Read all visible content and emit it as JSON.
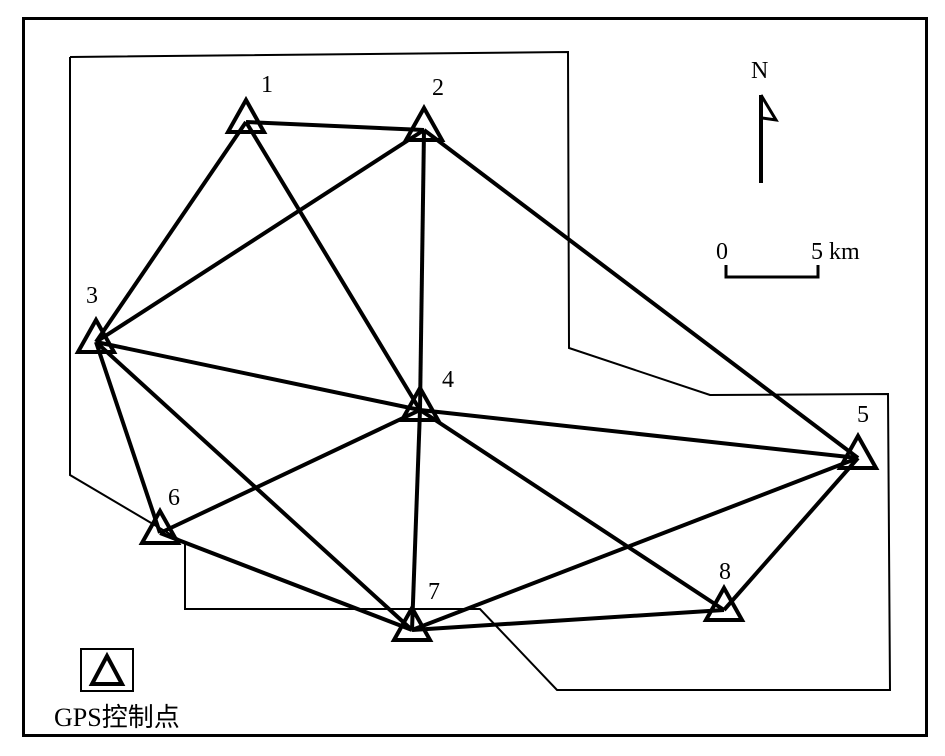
{
  "map": {
    "north_label": "N",
    "scale": {
      "start_label": "0",
      "end_label": "5 km"
    },
    "legend": {
      "label": "GPS控制点"
    },
    "points": [
      {
        "id": "1",
        "label": "1"
      },
      {
        "id": "2",
        "label": "2"
      },
      {
        "id": "3",
        "label": "3"
      },
      {
        "id": "4",
        "label": "4"
      },
      {
        "id": "5",
        "label": "5"
      },
      {
        "id": "6",
        "label": "6"
      },
      {
        "id": "7",
        "label": "7"
      },
      {
        "id": "8",
        "label": "8"
      }
    ],
    "connections": [
      [
        "1",
        "2"
      ],
      [
        "1",
        "3"
      ],
      [
        "1",
        "4"
      ],
      [
        "2",
        "3"
      ],
      [
        "2",
        "4"
      ],
      [
        "2",
        "5"
      ],
      [
        "3",
        "4"
      ],
      [
        "3",
        "6"
      ],
      [
        "3",
        "7"
      ],
      [
        "4",
        "5"
      ],
      [
        "4",
        "6"
      ],
      [
        "4",
        "7"
      ],
      [
        "4",
        "8"
      ],
      [
        "5",
        "7"
      ],
      [
        "5",
        "8"
      ],
      [
        "6",
        "7"
      ],
      [
        "7",
        "8"
      ]
    ]
  }
}
